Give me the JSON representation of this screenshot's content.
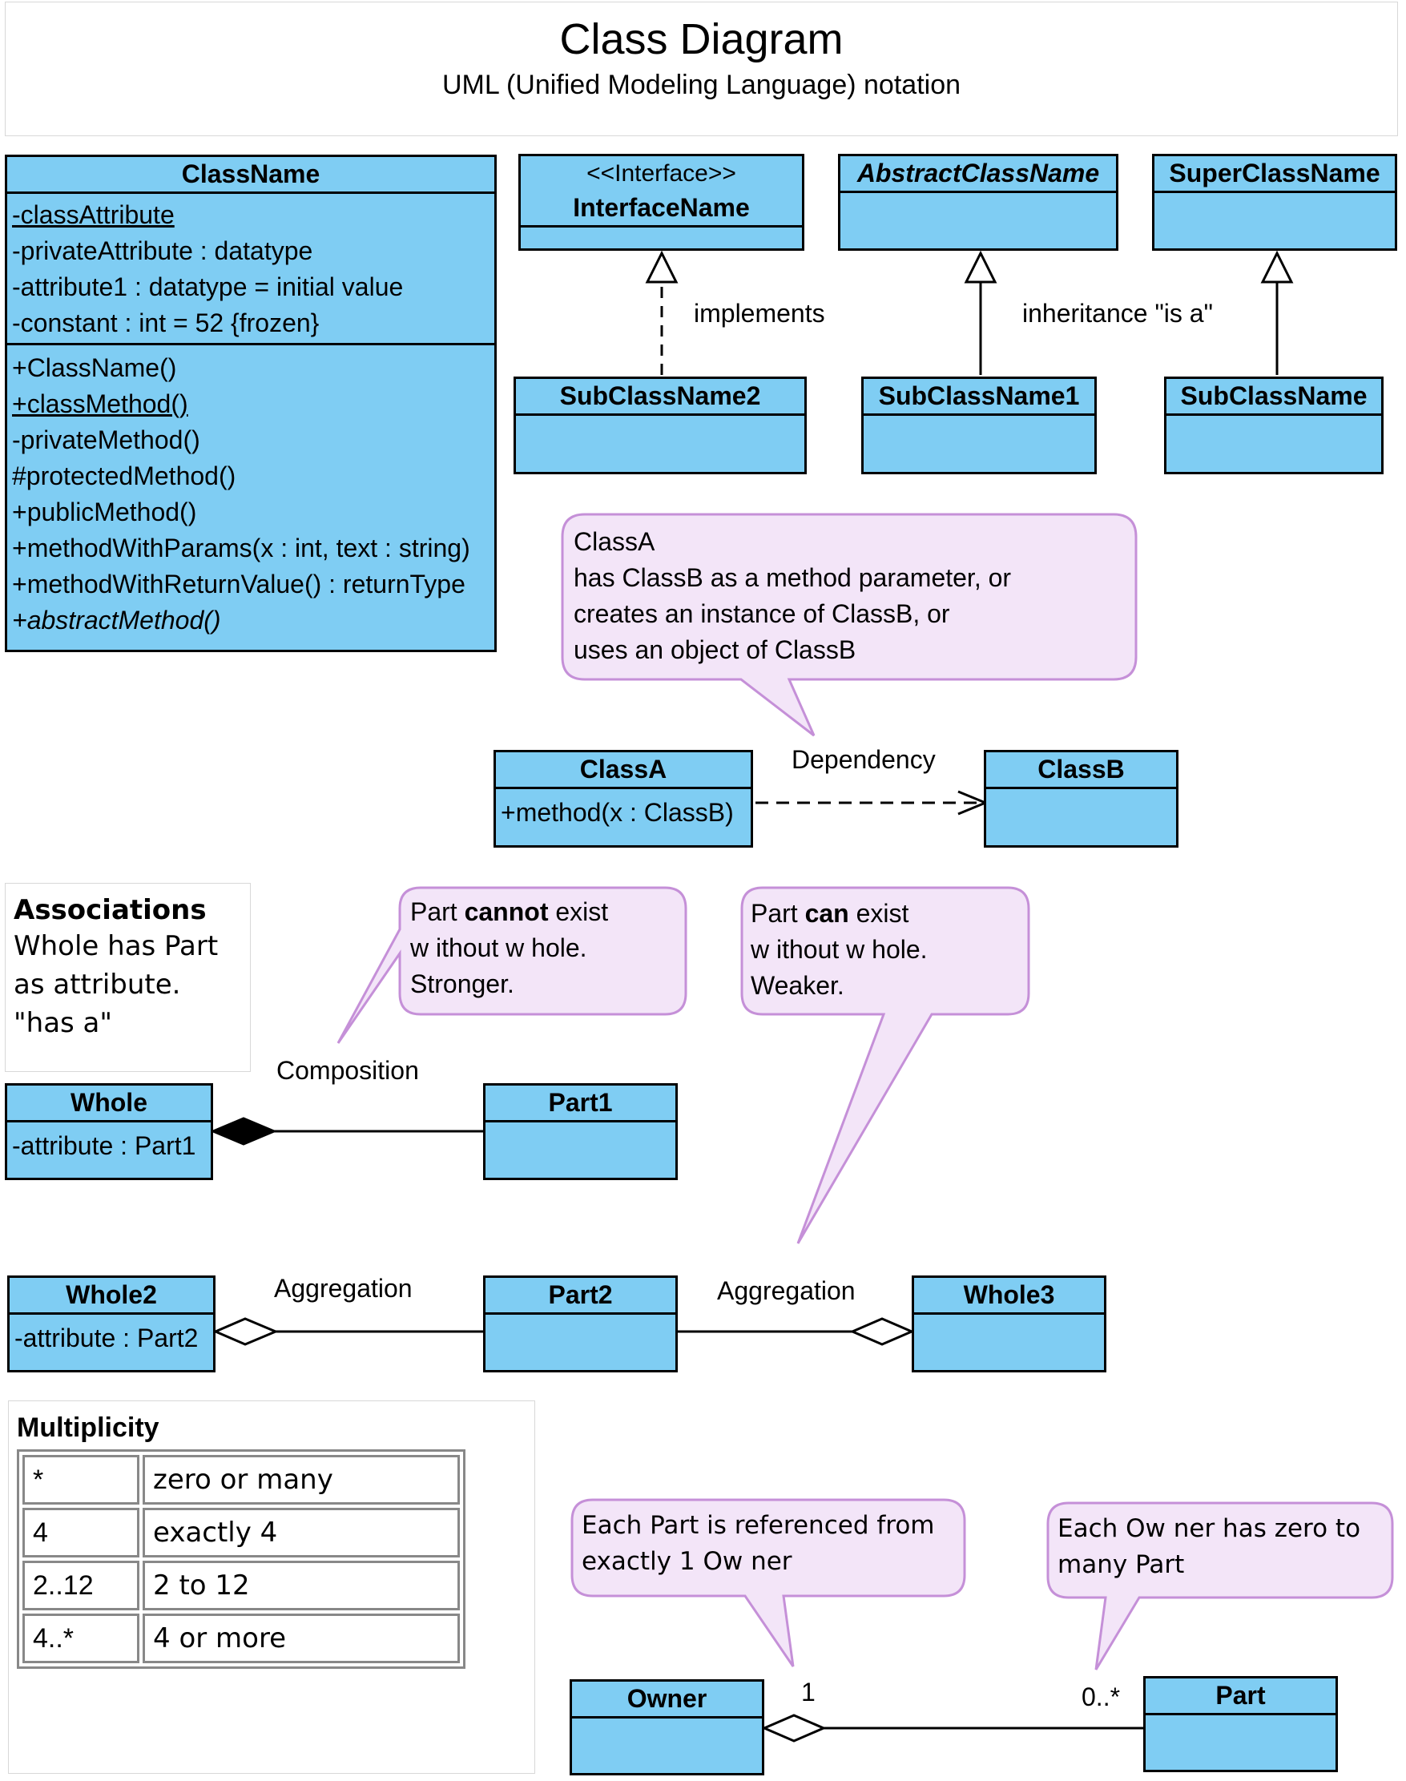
{
  "title": "Class Diagram",
  "subtitle": "UML (Unified Modeling Language) notation",
  "class_main": {
    "name": "ClassName",
    "attributes": [
      "-classAttribute",
      "-privateAttribute : datatype",
      "-attribute1 : datatype = initial value",
      "-constant : int = 52 {frozen}"
    ],
    "methods": [
      "+ClassName()",
      "+classMethod()",
      "-privateMethod()",
      "#protectedMethod()",
      "+publicMethod()",
      "+methodWithParams(x : int, text : string)",
      "+methodWithReturnValue() : returnType",
      "+abstractMethod()"
    ]
  },
  "interface": {
    "stereotype": "<<Interface>>",
    "name": "InterfaceName"
  },
  "abstract_class": {
    "name": "AbstractClassName"
  },
  "super_class": {
    "name": "SuperClassName"
  },
  "sub_class2": {
    "name": "SubClassName2"
  },
  "sub_class1": {
    "name": "SubClassName1"
  },
  "sub_class": {
    "name": "SubClassName"
  },
  "labels": {
    "implements": "implements",
    "inheritance": "inheritance \"is a\"",
    "dependency": "Dependency",
    "composition": "Composition",
    "aggregation_left": "Aggregation",
    "aggregation_right": "Aggregation",
    "mult_one": "1",
    "mult_many": "0..*"
  },
  "note_dependency": [
    "ClassA",
    "has ClassB as a method parameter, or",
    "creates an instance of ClassB, or",
    "uses an object of ClassB"
  ],
  "class_a": {
    "name": "ClassA",
    "method": "+method(x : ClassB)"
  },
  "class_b": {
    "name": "ClassB"
  },
  "associations": {
    "heading": "Associations",
    "lines": [
      "Whole has Part",
      "as attribute.",
      "\"has a\""
    ]
  },
  "note_composition": {
    "line1_pre": "Part ",
    "line1_bold": "cannot",
    "line1_post": " exist",
    "line2": "w ithout w hole.",
    "line3": "Stronger."
  },
  "note_aggregation": {
    "line1_pre": "Part ",
    "line1_bold": "can",
    "line1_post": " exist",
    "line2": "w ithout w hole.",
    "line3": "Weaker."
  },
  "whole": {
    "name": "Whole",
    "attribute": "-attribute : Part1"
  },
  "part1": {
    "name": "Part1"
  },
  "whole2": {
    "name": "Whole2",
    "attribute": "-attribute : Part2"
  },
  "part2": {
    "name": "Part2"
  },
  "whole3": {
    "name": "Whole3"
  },
  "multiplicity": {
    "heading": "Multiplicity",
    "rows": [
      {
        "symbol": "*",
        "meaning": "zero or many"
      },
      {
        "symbol": "4",
        "meaning": "exactly 4"
      },
      {
        "symbol": "2..12",
        "meaning": "2 to 12"
      },
      {
        "symbol": "4..*",
        "meaning": "4 or more"
      }
    ]
  },
  "note_owner": [
    "Each Part is referenced from",
    "exactly 1 Ow ner"
  ],
  "note_part": [
    "Each Ow ner has zero to",
    "many Part"
  ],
  "owner": {
    "name": "Owner"
  },
  "part": {
    "name": "Part"
  },
  "colors": {
    "class_fill": "#7fcdf3",
    "note_fill": "#f3e5f8",
    "note_border": "#c590d8"
  }
}
